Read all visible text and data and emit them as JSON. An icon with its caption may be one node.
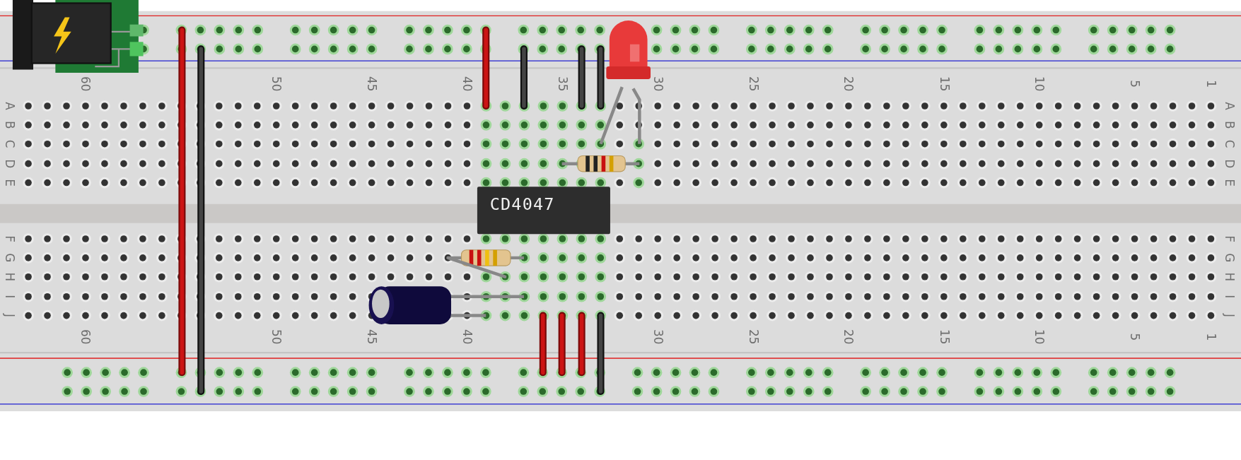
{
  "diagram": {
    "nodes": [
      {
        "text": [
          "CD4047"
        ]
      }
    ],
    "labels": [
      "60",
      "50",
      "45",
      "40",
      "35",
      "30",
      "25",
      "20",
      "15",
      "10",
      "5",
      "1",
      "A",
      "B",
      "C",
      "D",
      "E",
      "A",
      "B",
      "C",
      "D",
      "E",
      "F",
      "G",
      "H",
      "I",
      "J",
      "F",
      "G",
      "H",
      "I",
      "J",
      "60",
      "50",
      "45",
      "40",
      "30",
      "25",
      "20",
      "15",
      "10",
      "5",
      "1"
    ]
  }
}
